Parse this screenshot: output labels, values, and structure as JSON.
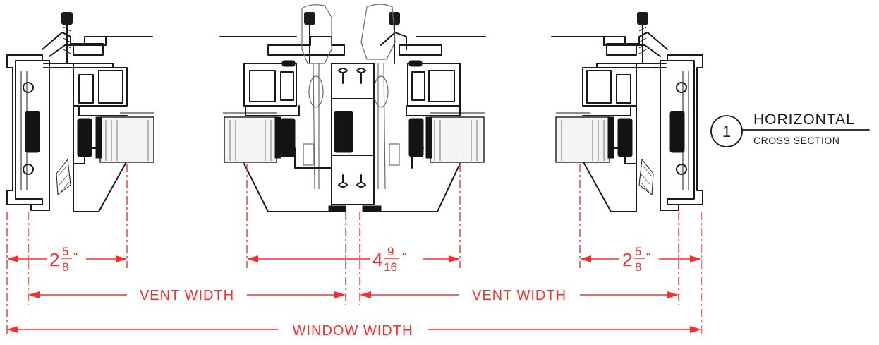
{
  "section_marker": {
    "id": "1",
    "title": "HORIZONTAL",
    "subtitle": "CROSS SECTION"
  },
  "dimensions": {
    "left_jamb": {
      "whole": "2",
      "numerator": "5",
      "denominator": "8",
      "unit": "\""
    },
    "center_mullion": {
      "whole": "4",
      "numerator": "9",
      "denominator": "16",
      "unit": "\""
    },
    "right_jamb": {
      "whole": "2",
      "numerator": "5",
      "denominator": "8",
      "unit": "\""
    },
    "vent_width_left": "VENT WIDTH",
    "vent_width_right": "VENT WIDTH",
    "window_width": "WINDOW WIDTH"
  },
  "colors": {
    "dimension": "#ff2a2a",
    "linework": "#1a1a1a",
    "gasket": "#141414",
    "background": "#ffffff"
  }
}
